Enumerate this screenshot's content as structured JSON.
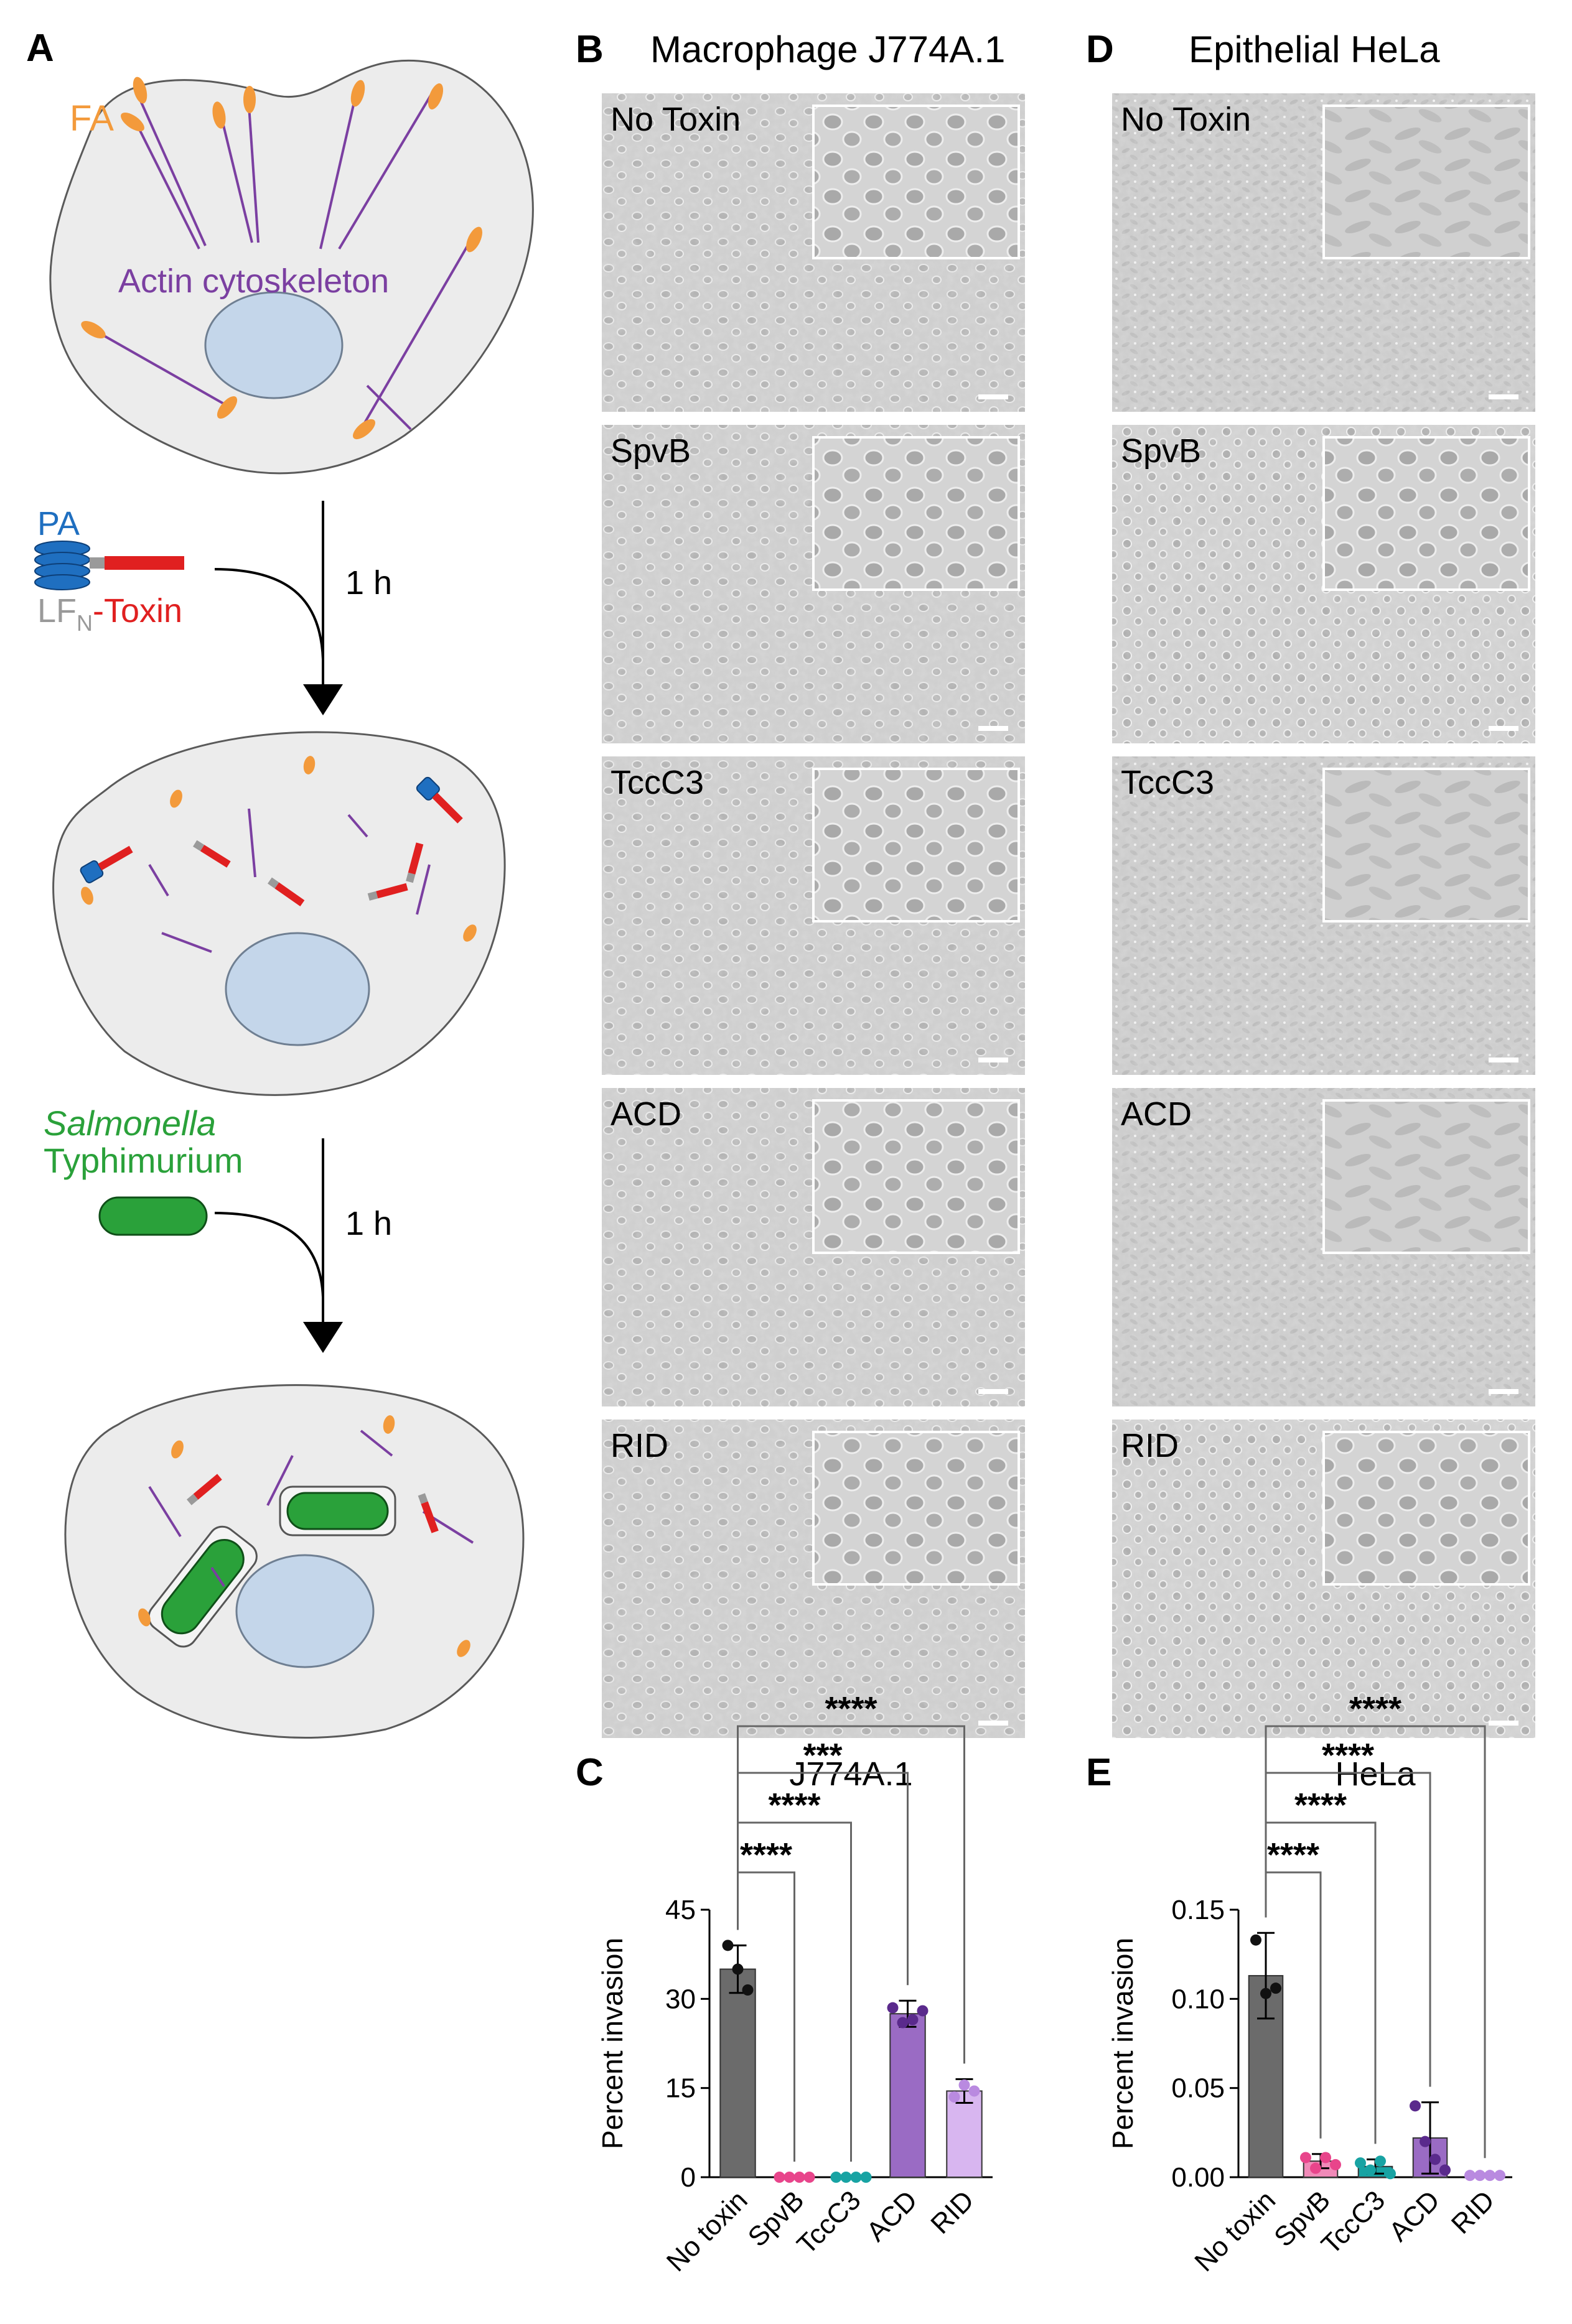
{
  "panels": {
    "A": "A",
    "B": "B",
    "C": "C",
    "D": "D",
    "E": "E"
  },
  "schematic": {
    "fa_label": "FA",
    "actin_label": "Actin cytoskeleton",
    "pa_label": "PA",
    "lfn_main": "LF",
    "lfn_sub": "N",
    "toxin_label": "-Toxin",
    "time1": "1 h",
    "salmonella_italic": "Salmonella",
    "salmonella_serovar": "Typhimurium",
    "time2": "1 h",
    "colors": {
      "fa": "#f39a3b",
      "actin": "#7b3fa1",
      "pa": "#1f6fc0",
      "toxin": "#e02020",
      "lfn": "#9a9a9a",
      "salmonella": "#2aa13a",
      "cell_fill": "#ececec",
      "nucleus": "#c4d6ea"
    }
  },
  "micrographs": {
    "col_b_title": "Macrophage J774A.1",
    "col_d_title": "Epithelial HeLa",
    "rows": [
      "No Toxin",
      "SpvB",
      "TccC3",
      "ACD",
      "RID"
    ]
  },
  "chart_data": [
    {
      "type": "bar",
      "panel": "C",
      "title": "J774A.1",
      "ylabel": "Percent invasion",
      "xlabel": "",
      "categories": [
        "No toxin",
        "SpvB",
        "TccC3",
        "ACD",
        "RID"
      ],
      "values": [
        35,
        0,
        0,
        27.5,
        14.5
      ],
      "errors": [
        4,
        0,
        0,
        2.2,
        2
      ],
      "points": [
        [
          39,
          35,
          31.5
        ],
        [
          0,
          0,
          0,
          0
        ],
        [
          0,
          0,
          0,
          0
        ],
        [
          28.5,
          26,
          26.5,
          28
        ],
        [
          13.5,
          15.5,
          14.5
        ]
      ],
      "ylim": [
        0,
        45
      ],
      "yticks": [
        "0",
        "15",
        "30",
        "45"
      ],
      "significance": [
        "****",
        "****",
        "***",
        "****"
      ],
      "colors": [
        "#6b6b6b",
        "#e8458b",
        "#18a3a3",
        "#9a6bc4",
        "#d8b6f0"
      ],
      "point_colors": [
        "#111111",
        "#e8458b",
        "#18a3a3",
        "#5a2a8c",
        "#b98ae0"
      ]
    },
    {
      "type": "bar",
      "panel": "E",
      "title": "HeLa",
      "ylabel": "Percent invasion",
      "xlabel": "",
      "categories": [
        "No toxin",
        "SpvB",
        "TccC3",
        "ACD",
        "RID"
      ],
      "values": [
        0.113,
        0.009,
        0.006,
        0.022,
        0.001
      ],
      "errors": [
        0.024,
        0.004,
        0.004,
        0.02,
        0.001
      ],
      "points": [
        [
          0.133,
          0.103,
          0.106
        ],
        [
          0.011,
          0.005,
          0.011,
          0.007
        ],
        [
          0.008,
          0.004,
          0.009,
          0.002
        ],
        [
          0.04,
          0.02,
          0.01,
          0.004
        ],
        [
          0.001,
          0.001,
          0.001,
          0.001
        ]
      ],
      "ylim": [
        0,
        0.15
      ],
      "yticks": [
        "0.00",
        "0.05",
        "0.10",
        "0.15"
      ],
      "significance": [
        "****",
        "****",
        "****",
        "****"
      ],
      "colors": [
        "#6b6b6b",
        "#f08ab8",
        "#18a3a3",
        "#9a6bc4",
        "#d8b6f0"
      ],
      "point_colors": [
        "#111111",
        "#e8458b",
        "#18a3a3",
        "#5a2a8c",
        "#b98ae0"
      ]
    }
  ]
}
